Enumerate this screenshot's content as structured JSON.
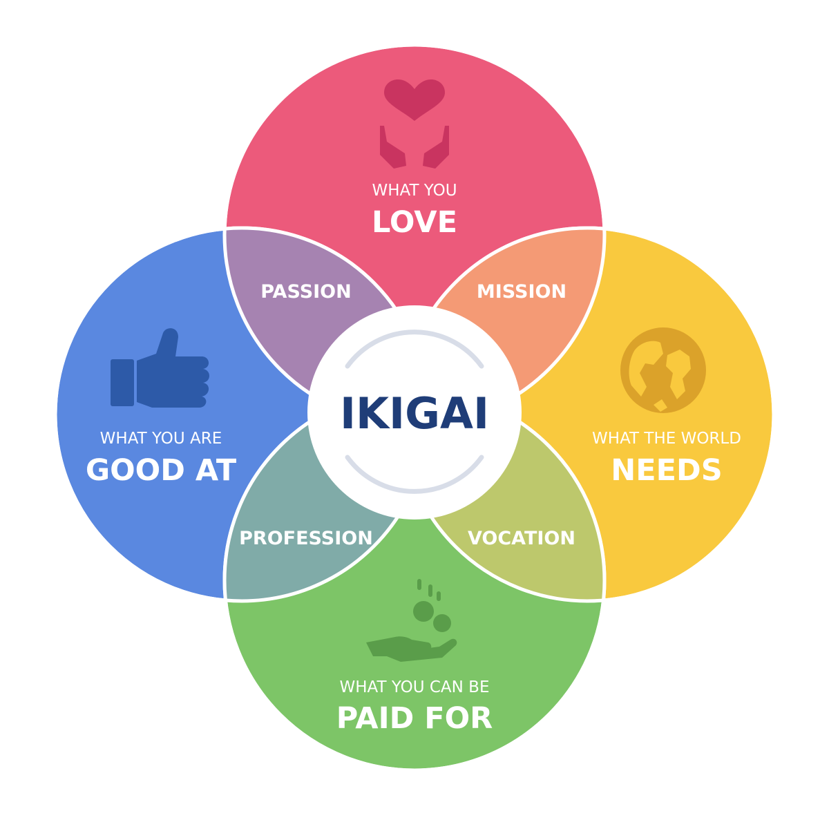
{
  "center": {
    "label": "IKIGAI",
    "text_color": "#1f3d78",
    "ring_color": "#d8dde8"
  },
  "circles": {
    "love": {
      "line1": "WHAT YOU",
      "line2": "LOVE",
      "color": "#ec5a7b",
      "icon": "heart-in-hands-icon",
      "icon_color": "#c93460"
    },
    "needs": {
      "line1": "WHAT THE WORLD",
      "line2": "NEEDS",
      "color": "#f9c93e",
      "icon": "globe-icon",
      "icon_color": "#dba22a"
    },
    "paid": {
      "line1": "WHAT YOU CAN BE",
      "line2": "PAID FOR",
      "color": "#7dc567",
      "icon": "coins-in-hand-icon",
      "icon_color": "#5a9d4a"
    },
    "good": {
      "line1": "WHAT YOU ARE",
      "line2": "GOOD AT",
      "color": "#5a88e0",
      "icon": "thumbs-up-icon",
      "icon_color": "#2d5aa8"
    }
  },
  "overlaps": {
    "passion": {
      "label": "PASSION",
      "color": "#a683b1"
    },
    "mission": {
      "label": "MISSION",
      "color": "#f49a75"
    },
    "vocation": {
      "label": "VOCATION",
      "color": "#bdc86c"
    },
    "profession": {
      "label": "PROFESSION",
      "color": "#80aba8"
    }
  }
}
